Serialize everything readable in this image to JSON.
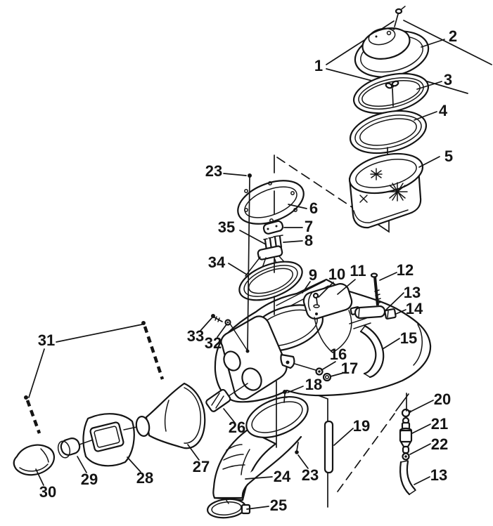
{
  "figure": {
    "background": "#ffffff",
    "ink": "#141414",
    "description": "Exploded parts diagram (air cleaner / air box assembly) with numbered callouts"
  },
  "callouts": {
    "c1": "1",
    "c2": "2",
    "c3": "3",
    "c4": "4",
    "c5": "5",
    "c6": "6",
    "c7": "7",
    "c8": "8",
    "c9": "9",
    "c10": "10",
    "c11": "11",
    "c12": "12",
    "c13": "13",
    "c13b": "13",
    "c14": "14",
    "c15": "15",
    "c16": "16",
    "c17": "17",
    "c18": "18",
    "c19": "19",
    "c20": "20",
    "c21": "21",
    "c22": "22",
    "c23": "23",
    "c23b": "23",
    "c24": "24",
    "c25": "25",
    "c26": "26",
    "c27": "27",
    "c28": "28",
    "c29": "29",
    "c30": "30",
    "c31": "31",
    "c32": "32",
    "c33": "33",
    "c34": "34",
    "c35": "35"
  }
}
